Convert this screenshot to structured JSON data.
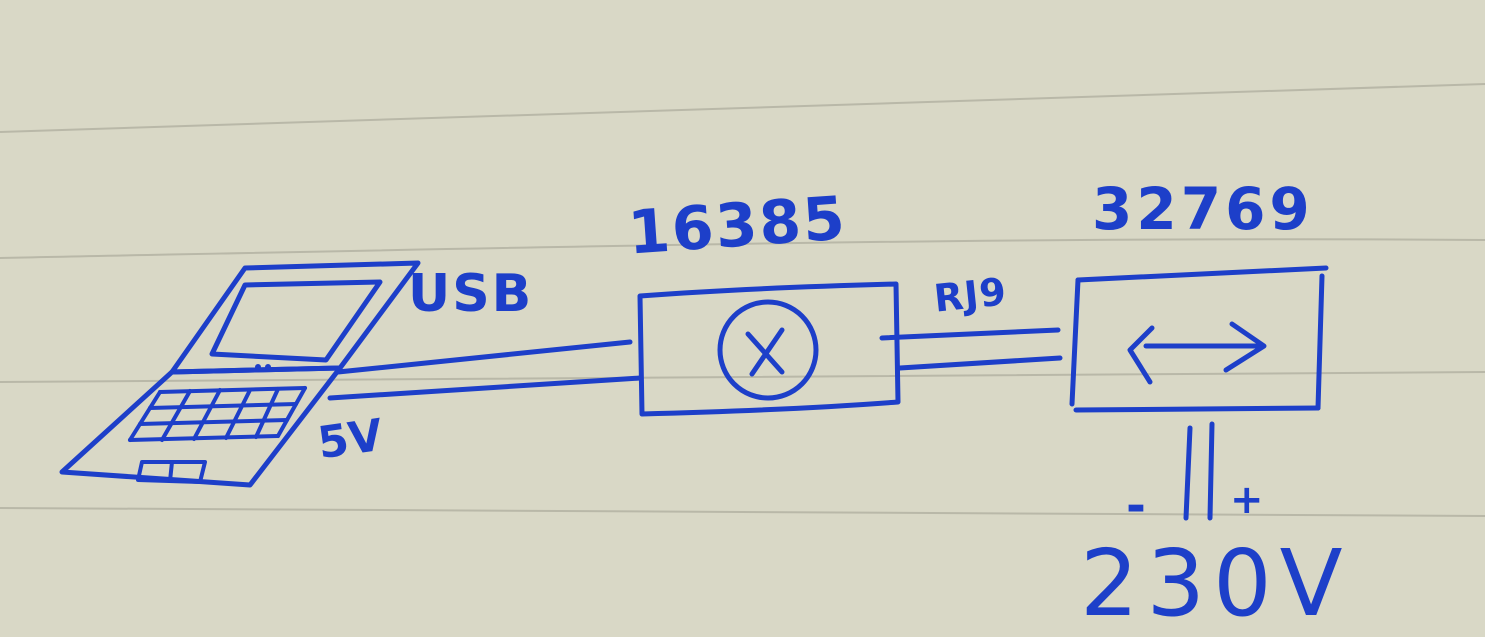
{
  "labels": {
    "switch_id": "16385",
    "converter_id": "32769",
    "usb": "USB",
    "rj": "RJ9",
    "voltage_5v": "5V",
    "mains_voltage": "230V",
    "minus": "-",
    "plus": "+"
  },
  "colors": {
    "ink": "#1d3fc9",
    "paper": "#d9d8c6"
  }
}
